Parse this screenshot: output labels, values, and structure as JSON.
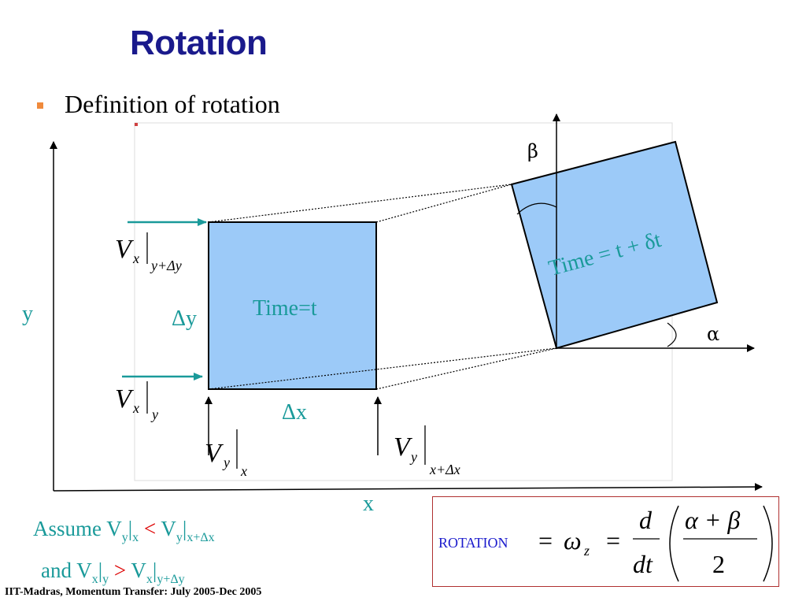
{
  "title": "Rotation",
  "bullet": "Definition of rotation",
  "diagram": {
    "axis_y_label": "y",
    "axis_x_label": "x",
    "time_t_label": "Time=t",
    "time_dt_label": "Time = t + δt",
    "delta_y": "Δy",
    "delta_x": "Δx",
    "alpha": "α",
    "beta": "β",
    "vx_top": {
      "v": "V",
      "sub": "x",
      "eval": "y+Δy"
    },
    "vx_bottom": {
      "v": "V",
      "sub": "x",
      "eval": "y"
    },
    "vy_left": {
      "v": "V",
      "sub": "y",
      "eval": "x"
    },
    "vy_right": {
      "v": "V",
      "sub": "y",
      "eval": "x+Δx"
    },
    "colors": {
      "box_fill": "#9ccaf8",
      "arrow": "#1a9a9a",
      "teal_text": "#1a9a9a"
    }
  },
  "assume": {
    "line1_prefix": "Assume V",
    "line1_sub1": "y",
    "line1_bar": "|",
    "line1_sub2": "x",
    "line1_op": " < ",
    "line1_rhs": "V",
    "line1_rhs_sub1": "y",
    "line1_rhs_bar": "|",
    "line1_rhs_sub2": "x+Δx",
    "line2_prefix": "and V",
    "line2_sub1": "x",
    "line2_bar": "|",
    "line2_sub2": "y",
    "line2_op": " > ",
    "line2_rhs": "V",
    "line2_rhs_sub1": "x",
    "line2_rhs_bar": "|",
    "line2_rhs_sub2": "y+Δy"
  },
  "formula": {
    "label": "ROTATION",
    "eq1": "=",
    "omega": "ω",
    "omega_sub": "z",
    "eq2": "=",
    "d": "d",
    "dt": "dt",
    "numerator": "α + β",
    "denominator": "2"
  },
  "footer": "IIT-Madras, Momentum Transfer: July 2005-Dec 2005"
}
